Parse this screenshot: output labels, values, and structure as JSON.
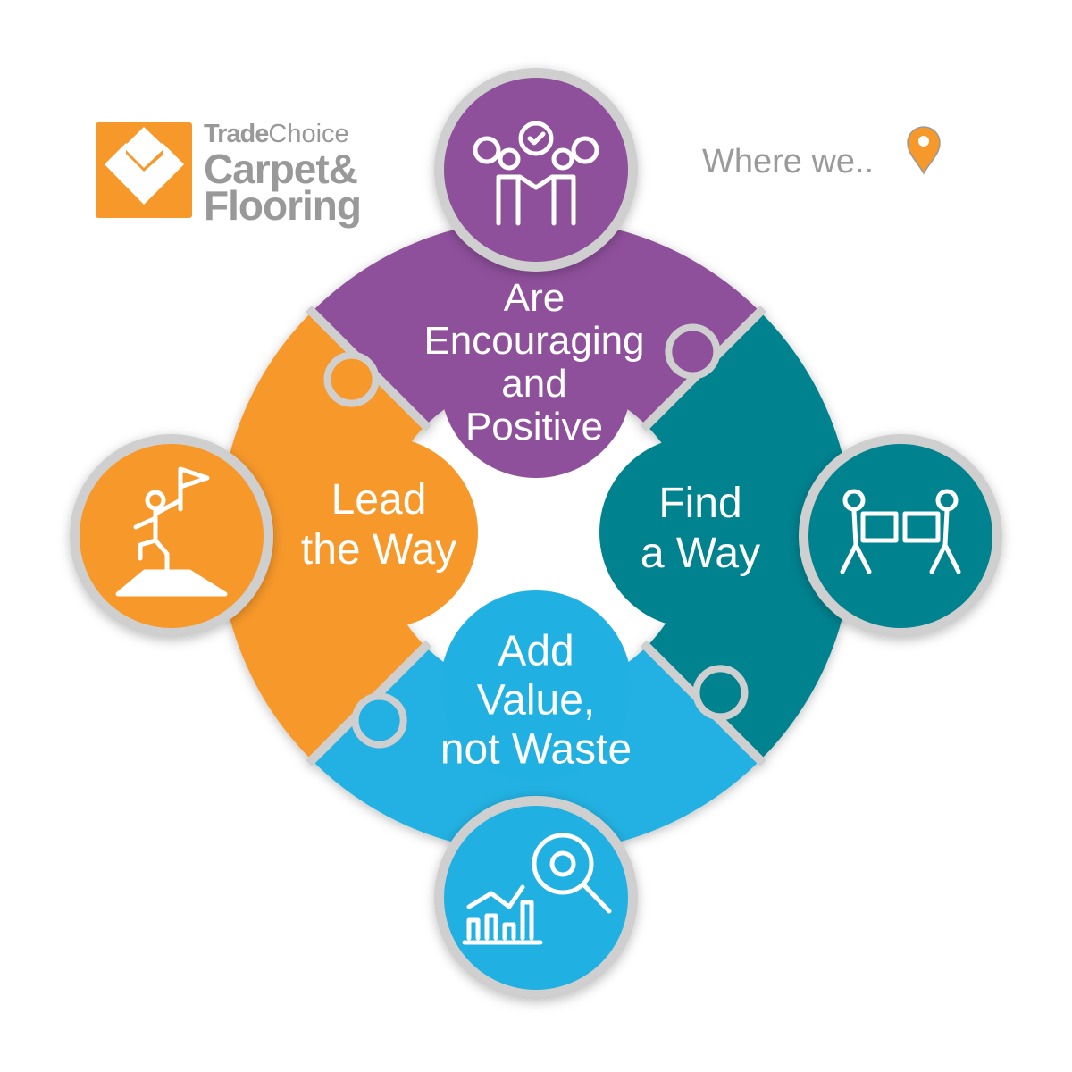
{
  "logo": {
    "trade": "Trade",
    "choice": "Choice",
    "line2": "Carpet&",
    "line3": "Flooring"
  },
  "header": {
    "where_text": "Where we..",
    "location_icon": "map-pin-icon"
  },
  "segments": [
    {
      "name": "top",
      "label_lines": [
        "Are",
        "Encouraging",
        "and",
        "Positive"
      ],
      "color": "#8e4f9b",
      "icon": "people-talking-icon"
    },
    {
      "name": "right",
      "label_lines": [
        "Find",
        "a Way"
      ],
      "color": "#01828f",
      "icon": "people-puzzle-icon"
    },
    {
      "name": "bottom",
      "label_lines": [
        "Add",
        "Value,",
        "not Waste"
      ],
      "color": "#20b1e2",
      "icon": "analytics-chart-icon"
    },
    {
      "name": "left",
      "label_lines": [
        "Lead",
        "the Way"
      ],
      "color": "#f7982a",
      "icon": "climber-flag-icon"
    }
  ],
  "colors": {
    "logo_orange": "#f7982a",
    "separator": "#cfcfcf",
    "logo_gray": "#999999"
  }
}
